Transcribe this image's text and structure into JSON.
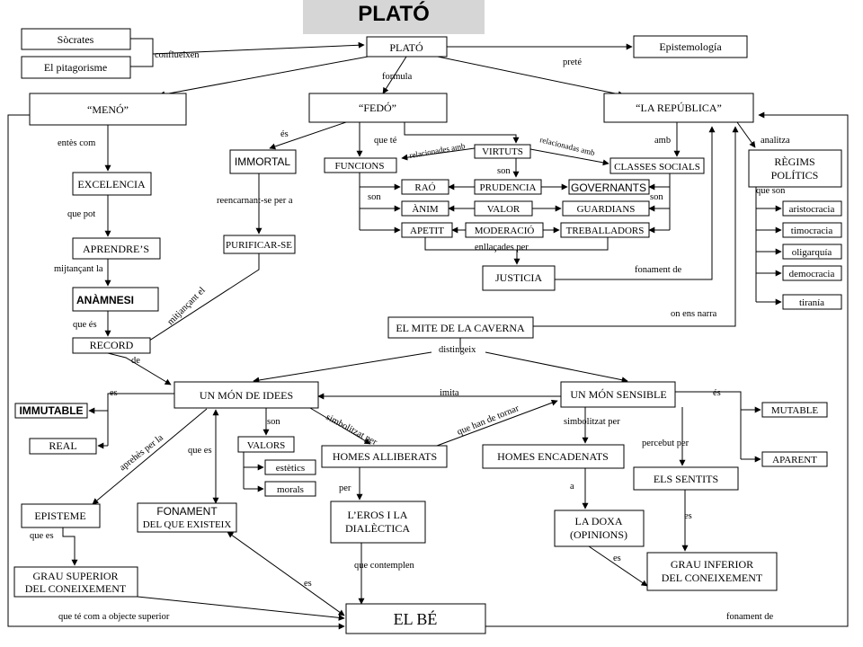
{
  "title": "PLATÓ",
  "nodes": {
    "socrates": "Sòcrates",
    "pitagorisme": "El pitagorisme",
    "plato": "PLATÓ",
    "epistemologia": "Epistemología",
    "meno": "“MENÓ”",
    "fedo": "“FEDÓ”",
    "republica": "“LA REPÚBLICA”",
    "excelencia": "EXCELENCIA",
    "aprendres": "APRENDRE’S",
    "anamnesi": "ANÀMNESI",
    "record": "RECORD",
    "immortal": "IMMORTAL",
    "purificar": "PURIFICAR-SE",
    "funcions": "FUNCIONS",
    "virtuts": "VIRTUTS",
    "classes": "CLASSES SOCIALS",
    "rao": "RAÓ",
    "prudencia": "PRUDENCIA",
    "governants": "GOVERNANTS",
    "anim": "ÀNIM",
    "valor": "VALOR",
    "guardians": "GUARDIANS",
    "apetit": "APETIT",
    "moderacio": "MODERACIÓ",
    "treballadors": "TREBALLADORS",
    "justicia": "JUSTICIA",
    "regims_1": "RÈGIMS",
    "regims_2": "POLÍTICS",
    "aristocracia": "aristocracia",
    "timocracia": "timocracia",
    "oligarquia": "oligarquía",
    "democracia": "democracia",
    "tirania": "tiranía",
    "caverna": "EL MITE DE LA CAVERNA",
    "mon_idees": "UN MÓN DE IDEES",
    "mon_sensible": "UN MÓN SENSIBLE",
    "immutable": "IMMUTABLE",
    "real": "REAL",
    "valors": "VALORS",
    "estetics": "estètics",
    "morals": "morals",
    "homes_alliberats": "HOMES ALLIBERATS",
    "homes_encadenats": "HOMES ENCADENATS",
    "mutable": "MUTABLE",
    "aparent": "APARENT",
    "els_sentits": "ELS SENTITS",
    "episteme": "EPISTEME",
    "fonament_1": "FONAMENT",
    "fonament_2": "DEL QUE EXISTEIX",
    "eros_1": "L’EROS I LA",
    "eros_2": "DIALÈCTICA",
    "doxa_1": "LA DOXA",
    "doxa_2": "(OPINIONS)",
    "grau_sup_1": "GRAU SUPERIOR",
    "grau_sup_2": "DEL CONEIXEMENT",
    "grau_inf_1": "GRAU INFERIOR",
    "grau_inf_2": "DEL CONEIXEMENT",
    "el_be": "EL BÉ"
  },
  "links": {
    "conflueixen": "conflueixen",
    "prete": "preté",
    "formula": "formula",
    "entes_com": "entès com",
    "que_pot": "que pot",
    "mijtancant_la": "mijtançant la",
    "que_es_1": "que és",
    "es_1": "és",
    "reencarnant": "reencarnant-se per a",
    "mitjancant_el": "mitjançant el",
    "que_te": "que té",
    "relacionades_1": "relacionades amb",
    "relacionadas_2": "relacionadas amb",
    "amb": "amb",
    "son_1": "son",
    "son_2": "son",
    "son_3": "son",
    "enllacades_per": "enllaçades per",
    "fonament_de_1": "fonament de",
    "analitza": "analitza",
    "que_son": "que son",
    "on_ens_narra": "on ens narra",
    "distingeix": "distingeix",
    "de": "de",
    "es_2": "es",
    "imita": "imita",
    "es_3": "és",
    "son_4": "son",
    "simbolitzat_1": "simbolitzat per",
    "que_han_de_tornar": "que han de tornar",
    "simbolitzat_2": "simbolitzat per",
    "percebut_per": "percebut per",
    "aprehes_per_la": "aprehès per la",
    "que_es_2": "que es",
    "per": "per",
    "a": "a",
    "es_4": "es",
    "que_es_3": "que  es",
    "que_contemplen": "que contemplen",
    "es_5": "es",
    "es_6": "es",
    "que_te_com": "que té com a objecte superior",
    "fonament_de_2": "fonament de"
  }
}
